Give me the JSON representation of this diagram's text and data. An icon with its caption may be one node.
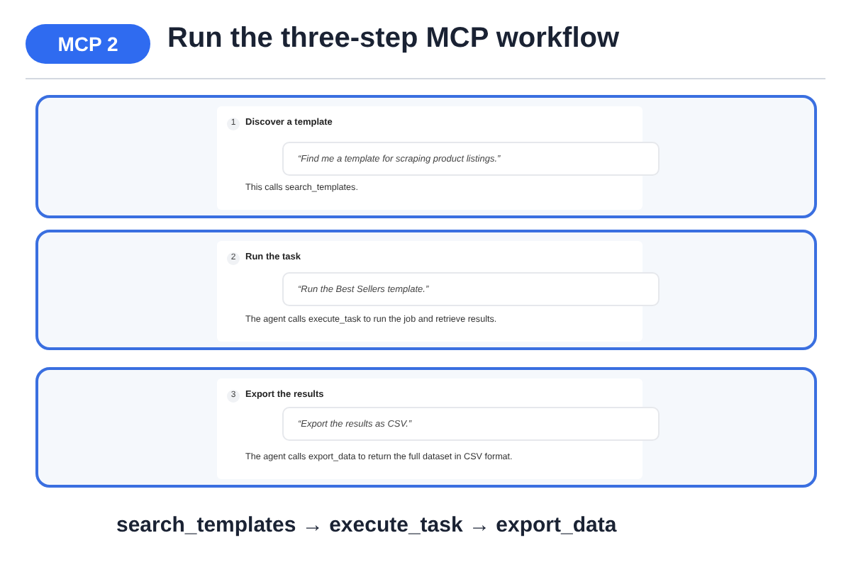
{
  "diagram": {
    "title": "Run the three-step MCP workflow",
    "nodes": [
      {
        "text": [
          "MCP 2"
        ]
      },
      {
        "text": [
          "1",
          "Discover a template",
          "This calls search_templates."
        ]
      },
      {
        "text": [
          "“Find me a template for scraping product listings.”"
        ],
        "in": 1
      },
      {
        "text": [
          "2",
          "Run the task",
          "The agent calls execute_task to run the job and retrieve results."
        ]
      },
      {
        "text": [
          "“Run the Best Sellers template.”"
        ],
        "in": 3
      },
      {
        "text": [
          "3",
          "Export the results",
          "The agent calls export_data to return the full dataset in CSV format."
        ]
      },
      {
        "text": [
          "“Export the results as CSV.”"
        ],
        "in": 5
      }
    ],
    "labels": [
      "search_templates → execute_task → export_data"
    ]
  }
}
